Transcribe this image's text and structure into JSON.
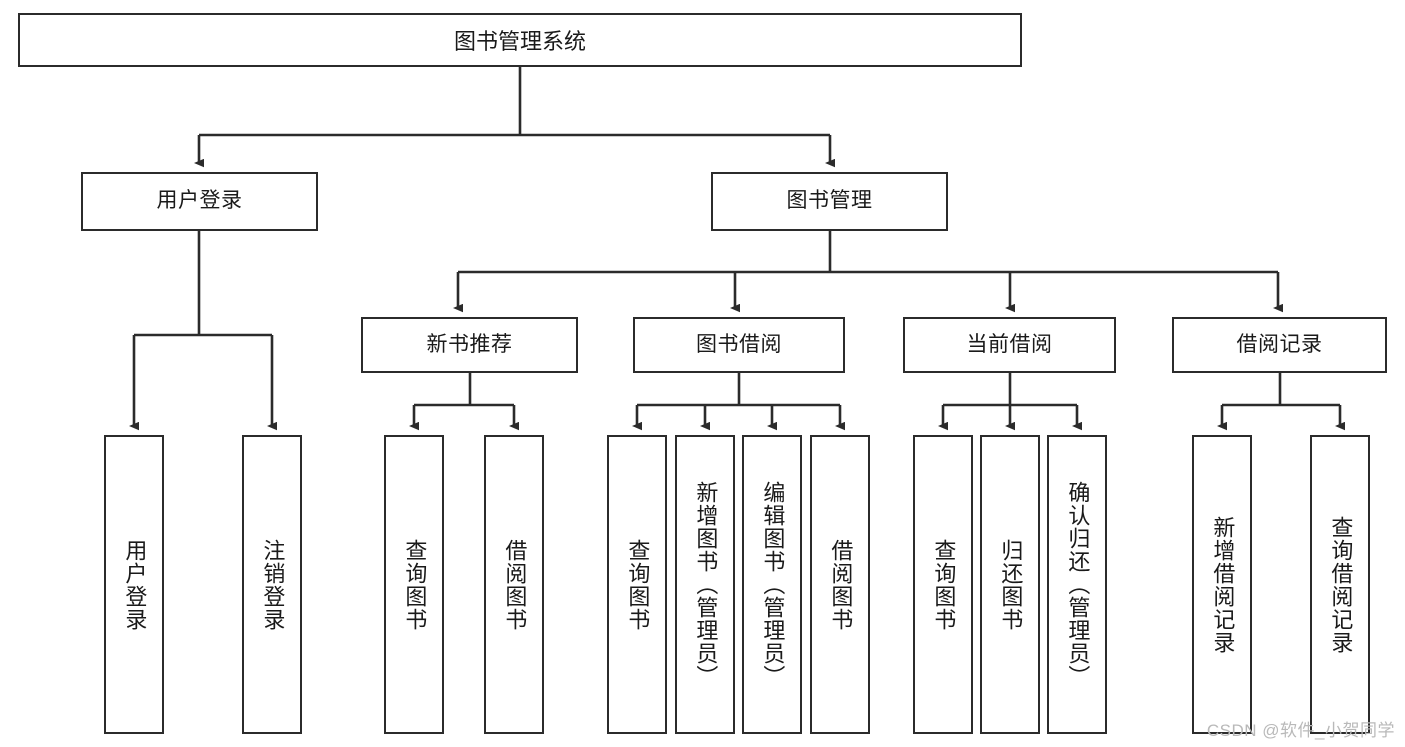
{
  "diagram": {
    "title": "图书管理系统",
    "type": "tree",
    "orientation": "top-down",
    "colors": {
      "box_border": "#2b2b2b",
      "box_fill": "#ffffff",
      "edge": "#2b2b2b",
      "text": "#1a1a1a",
      "watermark": "#b9b9b9",
      "background": "#ffffff"
    },
    "watermark": "CSDN @软件_小贺同学",
    "nodes": {
      "root": {
        "label": "图书管理系统"
      },
      "level2": [
        {
          "id": "user-login",
          "label": "用户登录"
        },
        {
          "id": "book-manage",
          "label": "图书管理"
        }
      ],
      "level3": [
        {
          "id": "new-book-recommend",
          "label": "新书推荐"
        },
        {
          "id": "book-borrow",
          "label": "图书借阅"
        },
        {
          "id": "current-borrow",
          "label": "当前借阅"
        },
        {
          "id": "borrow-record",
          "label": "借阅记录"
        }
      ],
      "leaves": {
        "user-login": [
          {
            "id": "leaf-user-login",
            "label": "用户登录"
          },
          {
            "id": "leaf-user-logout",
            "label": "注销登录"
          }
        ],
        "new-book-recommend": [
          {
            "id": "leaf-query-book-1",
            "label": "查询图书"
          },
          {
            "id": "leaf-borrow-book-1",
            "label": "借阅图书"
          }
        ],
        "book-borrow": [
          {
            "id": "leaf-query-book-2",
            "label": "查询图书"
          },
          {
            "id": "leaf-add-book",
            "label": "新增图书（管理员）"
          },
          {
            "id": "leaf-edit-book",
            "label": "编辑图书（管理员）"
          },
          {
            "id": "leaf-borrow-book-2",
            "label": "借阅图书"
          }
        ],
        "current-borrow": [
          {
            "id": "leaf-query-book-3",
            "label": "查询图书"
          },
          {
            "id": "leaf-return-book",
            "label": "归还图书"
          },
          {
            "id": "leaf-confirm-return",
            "label": "确认归还（管理员）"
          }
        ],
        "borrow-record": [
          {
            "id": "leaf-add-record",
            "label": "新增借阅记录"
          },
          {
            "id": "leaf-query-record",
            "label": "查询借阅记录"
          }
        ]
      }
    }
  }
}
